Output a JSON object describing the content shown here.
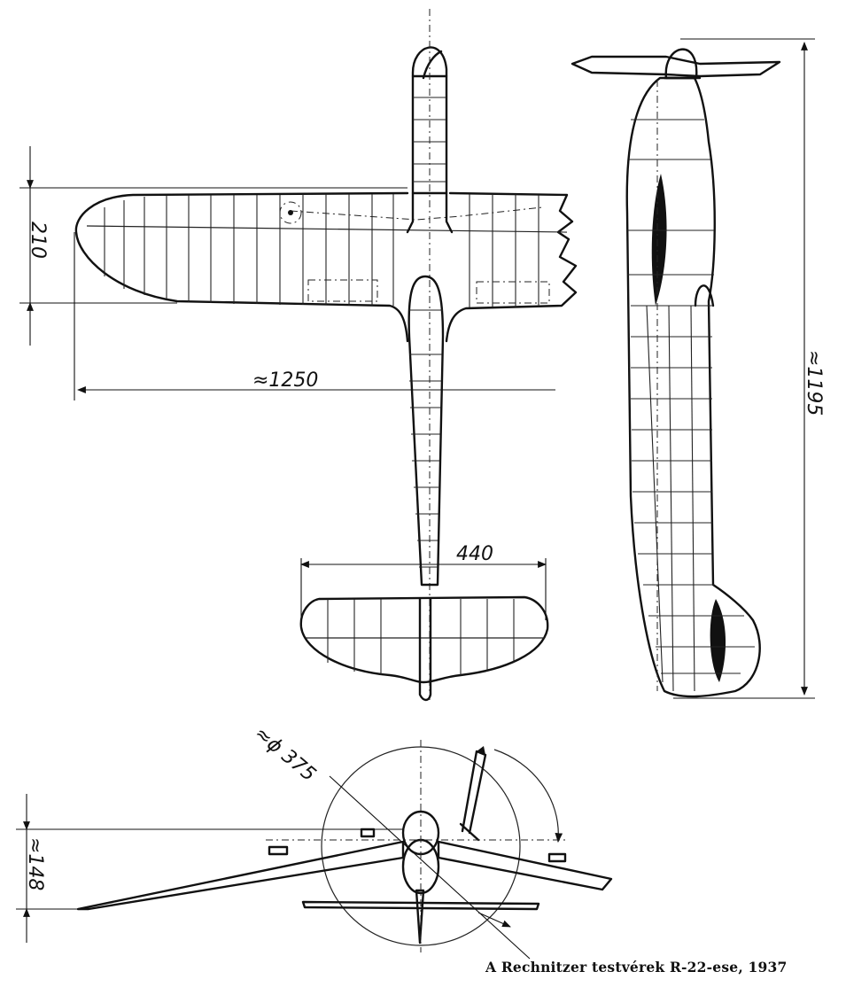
{
  "dimensions": {
    "wing_chord": "210",
    "half_span": "≈1250",
    "tail_span": "440",
    "length": "≈1195",
    "height": "≈148",
    "propeller_diameter": "≈ϕ 375"
  },
  "caption": "A Rechnitzer testvérek R-22-ese, 1937"
}
